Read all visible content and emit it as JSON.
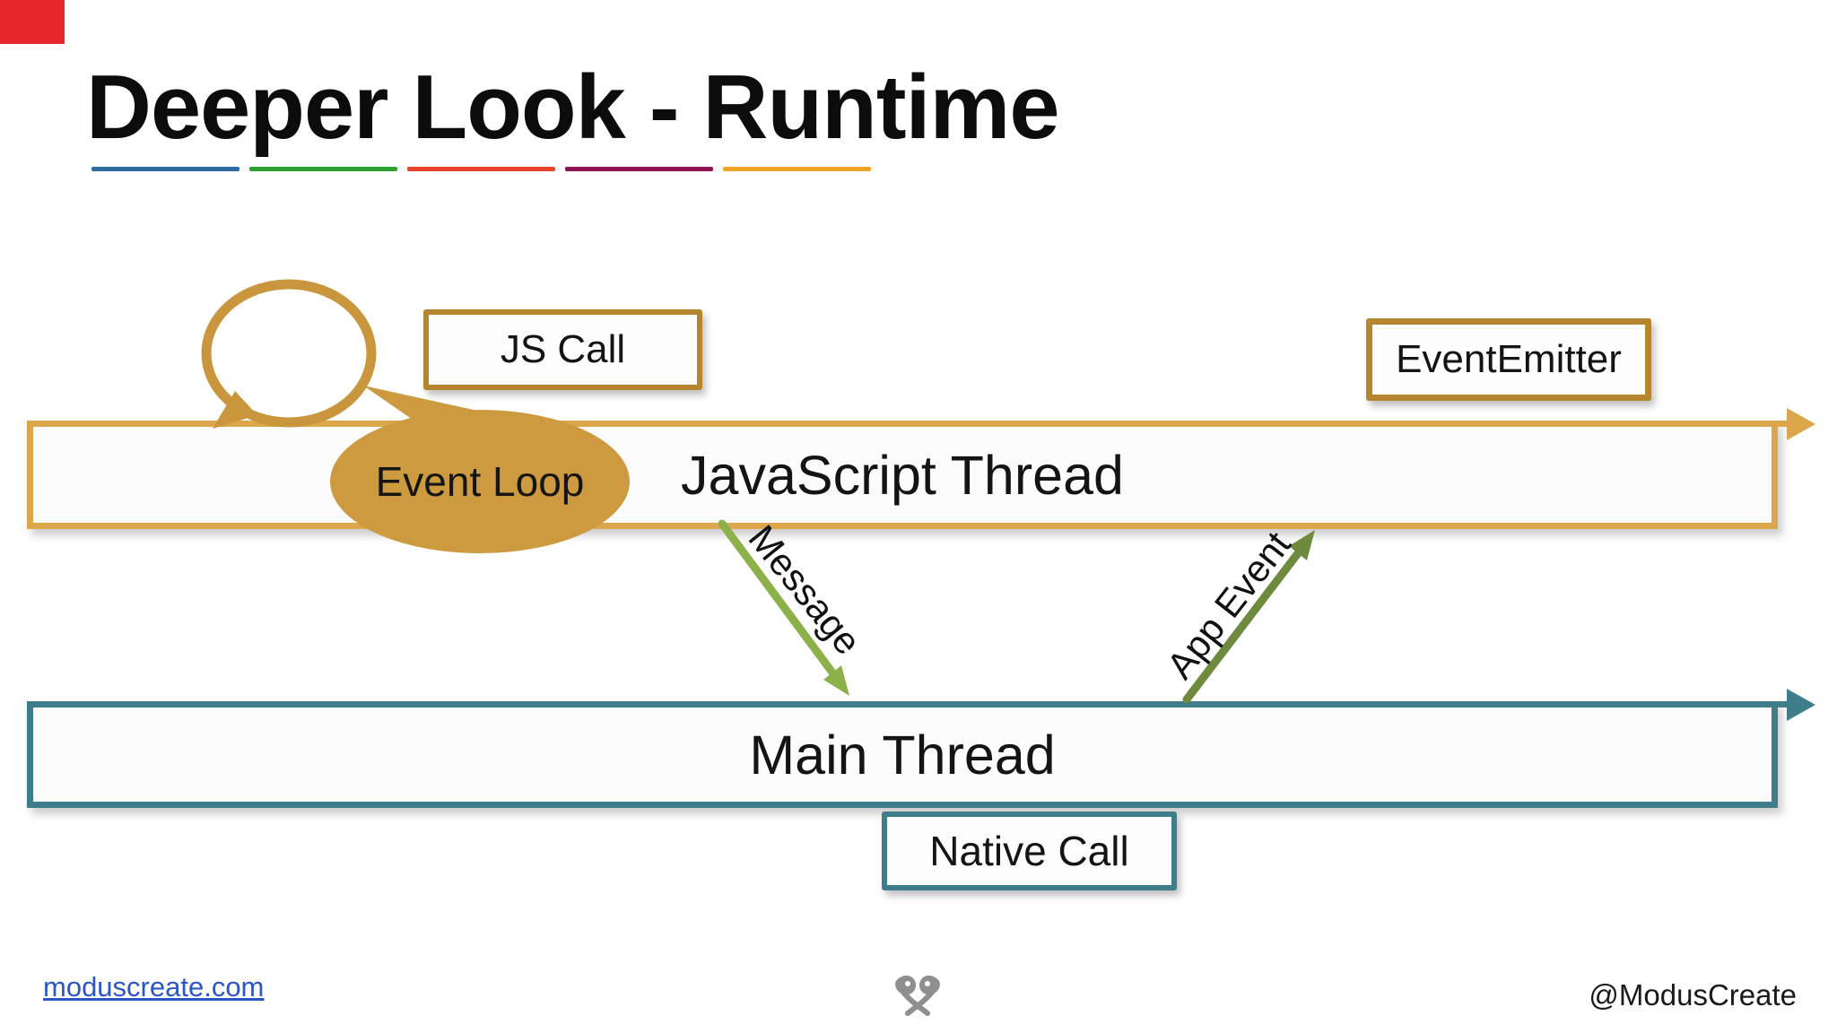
{
  "slide": {
    "title": "Deeper Look - Runtime",
    "corner_accent_color": "#e8262b",
    "underline_colors": [
      "#2d6ca2",
      "#2fa12e",
      "#e8432b",
      "#8e1150",
      "#f0a229"
    ]
  },
  "diagram": {
    "js_call_box": {
      "label": "JS Call",
      "border_color": "#b5862f"
    },
    "event_emitter_box": {
      "label": "EventEmitter",
      "border_color": "#b5862f"
    },
    "self_loop_arrow": {
      "color": "#c9963e"
    },
    "event_loop_bubble": {
      "label": "Event Loop",
      "fill_color": "#cd9a3f"
    },
    "js_thread_bar": {
      "label": "JavaScript Thread",
      "color": "#dca64a"
    },
    "main_thread_bar": {
      "label": "Main Thread",
      "color": "#3e7e8b"
    },
    "native_call_box": {
      "label": "Native Call",
      "border_color": "#3e7e8b"
    },
    "message_arrow": {
      "label": "Message",
      "color": "#8cb14b"
    },
    "app_event_arrow": {
      "label": "App Event",
      "color": "#6e8a3c"
    }
  },
  "footer": {
    "website_link": "moduscreate.com",
    "link_color": "#2a56c6",
    "logo": "modus-create-butterfly-logo",
    "logo_color": "#8f8f8f",
    "handle": "@ModusCreate"
  }
}
